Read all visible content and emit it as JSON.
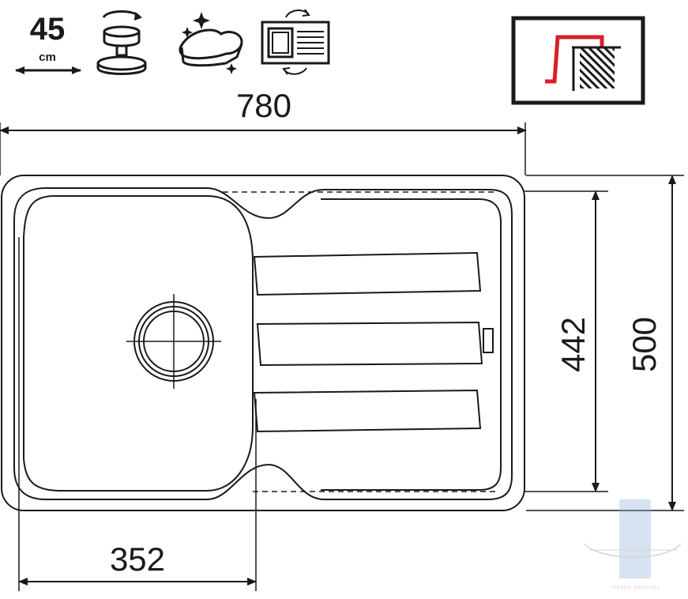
{
  "cabinet": {
    "width_value": "45",
    "width_unit": "cm"
  },
  "icons": [
    {
      "name": "rotating-drain-knob-icon"
    },
    {
      "name": "cleaning-sponge-icon"
    },
    {
      "name": "reversible-sink-icon"
    },
    {
      "name": "installation-type-icon"
    }
  ],
  "dimensions": {
    "overall_width": "780",
    "bowl_width": "352",
    "inner_depth": "442",
    "overall_depth": "500"
  },
  "watermark": {
    "text": "vasou dessulis"
  },
  "colors": {
    "line": "#1a1a1a",
    "accent": "#d8202a",
    "background": "#ffffff"
  }
}
